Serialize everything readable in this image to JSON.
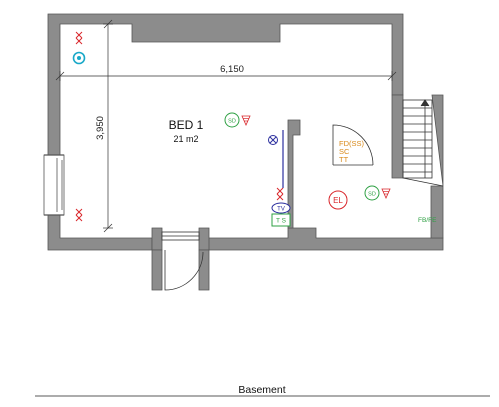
{
  "plan": {
    "room_name": "BED 1",
    "room_area": "21 m2",
    "width_dim": "6,150",
    "height_dim": "3,950",
    "level_caption": "Basement"
  },
  "symbols": {
    "smoke_detector_label": "SD",
    "tv_label": "TV",
    "ts_label": "T S",
    "el_label": "EL",
    "fd_label": "FD(SS)",
    "sc_label": "SC",
    "tt_label": "TT",
    "fbfe_label": "FB/FE"
  },
  "colors": {
    "wall_fill": "#8c8c8c",
    "wall_edge": "#555555",
    "dimension_line": "#333333",
    "red_symbol": "#d9262b",
    "green_symbol": "#2ea043",
    "blue_symbol": "#2b2f9e",
    "orange_text": "#d98a1a",
    "cyan_symbol": "#18a8c8"
  }
}
